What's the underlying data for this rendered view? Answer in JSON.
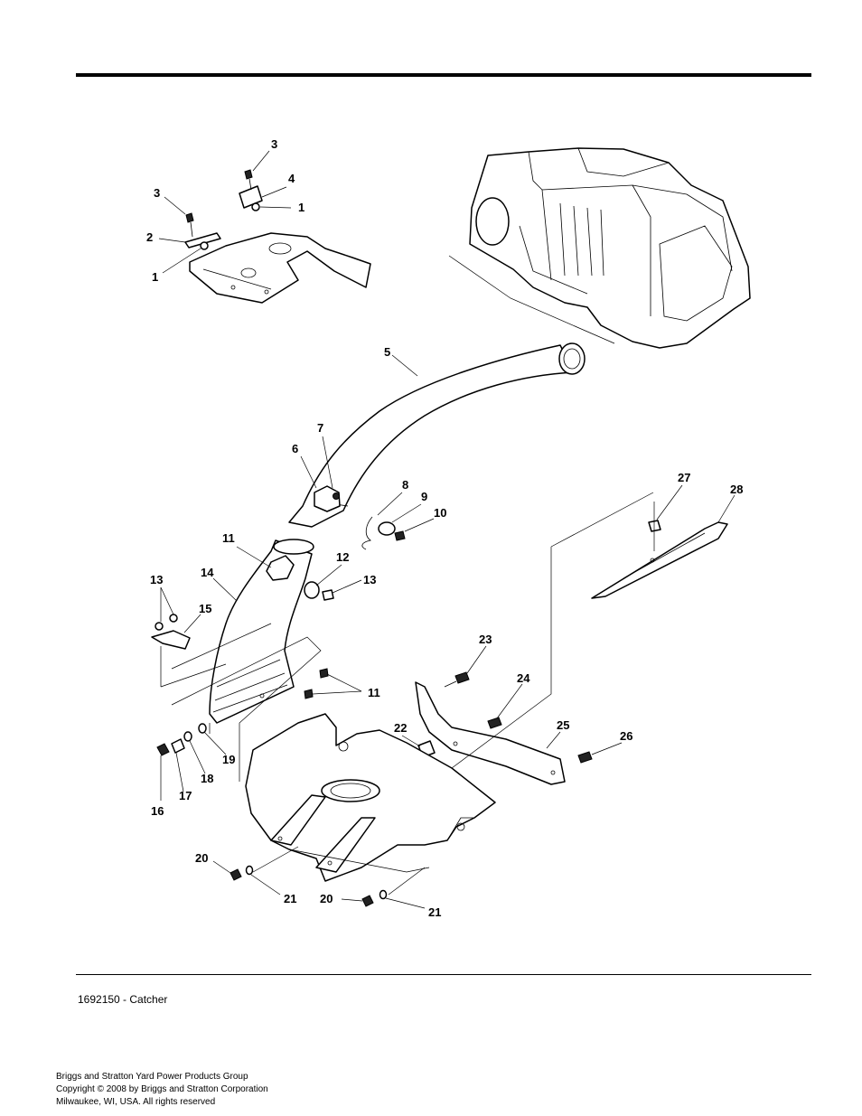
{
  "caption": "1692150 - Catcher",
  "footer": {
    "line1": "Briggs and Stratton Yard Power Products Group",
    "line2": "Copyright ©  2008 by Briggs and Stratton Corporation",
    "line3": "Milwaukee, WI, USA. All rights reserved"
  },
  "callouts": {
    "c1a": "1",
    "c1b": "1",
    "c2": "2",
    "c3a": "3",
    "c3b": "3",
    "c4": "4",
    "c5": "5",
    "c6": "6",
    "c7": "7",
    "c8": "8",
    "c9": "9",
    "c10": "10",
    "c11a": "11",
    "c11b": "11",
    "c12": "12",
    "c13a": "13",
    "c13b": "13",
    "c14": "14",
    "c15": "15",
    "c16": "16",
    "c17": "17",
    "c18": "18",
    "c19": "19",
    "c20a": "20",
    "c20b": "20",
    "c21a": "21",
    "c21b": "21",
    "c22": "22",
    "c23": "23",
    "c24": "24",
    "c25": "25",
    "c26": "26",
    "c27": "27",
    "c28": "28"
  }
}
